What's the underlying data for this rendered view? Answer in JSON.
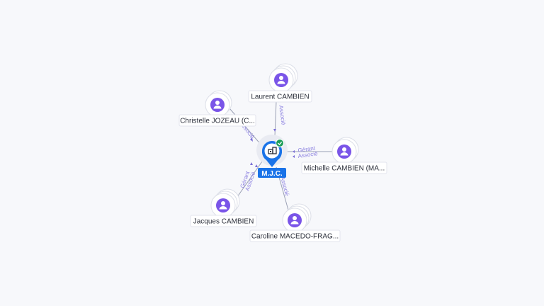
{
  "center": {
    "label": "M.J.C.",
    "badge": "check-icon",
    "icon": "building-icon",
    "color": "#1a73e8",
    "badge_color": "#1e9e5a"
  },
  "persons": [
    {
      "id": "laurent",
      "label": "Laurent CAMBIEN",
      "roles": [
        "Associé"
      ]
    },
    {
      "id": "christelle",
      "label": "Christelle JOZEAU (C...",
      "roles": [
        "Associé"
      ]
    },
    {
      "id": "michelle",
      "label": "Michelle CAMBIEN (MA...",
      "roles": [
        "Gérant",
        "Associé"
      ]
    },
    {
      "id": "jacques",
      "label": "Jacques CAMBIEN",
      "roles": [
        "Gérant",
        "Associé"
      ]
    },
    {
      "id": "caroline",
      "label": "Caroline MACEDO-FRAG...",
      "roles": [
        "Associé"
      ]
    }
  ],
  "colors": {
    "avatar": "#7a55e8",
    "edge": "#9aa0b4",
    "edge_label": "#8a7fe0"
  }
}
